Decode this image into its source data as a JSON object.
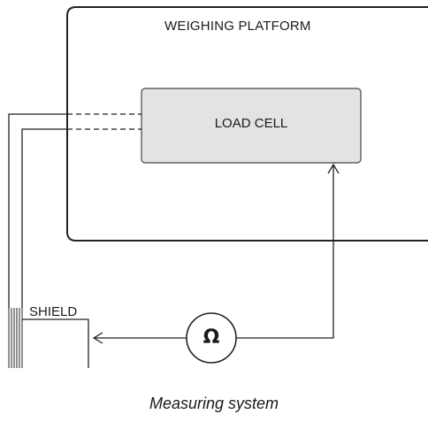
{
  "diagram": {
    "platform_label": "WEIGHING PLATFORM",
    "load_cell_label": "LOAD CELL",
    "shield_label": "SHIELD",
    "meter_symbol": "Ω",
    "meter_icon": "ohmmeter-icon",
    "caption": "Measuring system"
  },
  "colors": {
    "stroke": "#222222",
    "load_cell_fill": "#e3e3e3",
    "background": "#ffffff"
  }
}
